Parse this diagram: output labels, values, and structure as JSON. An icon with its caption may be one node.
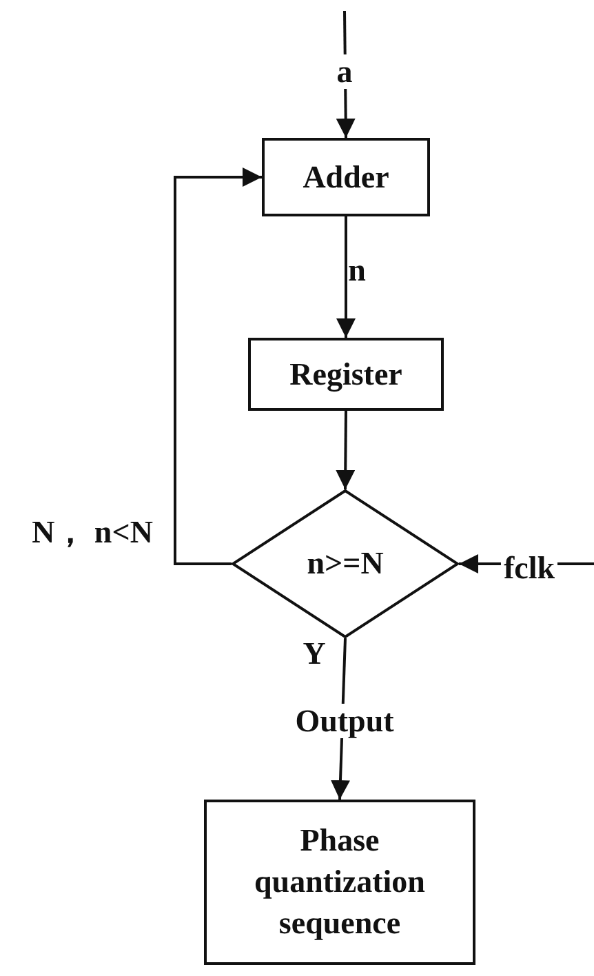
{
  "diagram": {
    "nodes": [
      {
        "text": [
          "Adder"
        ]
      },
      {
        "text": [
          "Register"
        ]
      },
      {
        "text": [
          "n>=N"
        ]
      },
      {
        "text": [
          "Phase quantization sequence"
        ]
      }
    ],
    "edges": [
      {
        "from": null,
        "to": 0,
        "arrow": "to",
        "label": "a"
      },
      {
        "from": 0,
        "to": 1,
        "arrow": "to",
        "label": "n"
      },
      {
        "from": 1,
        "to": 2,
        "arrow": "to"
      },
      {
        "from": 2,
        "to": 0,
        "arrow": "to",
        "label": "N， n<N"
      },
      {
        "from": null,
        "to": 2,
        "arrow": "to",
        "label": "fclk"
      },
      {
        "from": 2,
        "to": 3,
        "arrow": "to",
        "label": "Output"
      }
    ],
    "labels": [
      "Y"
    ]
  }
}
